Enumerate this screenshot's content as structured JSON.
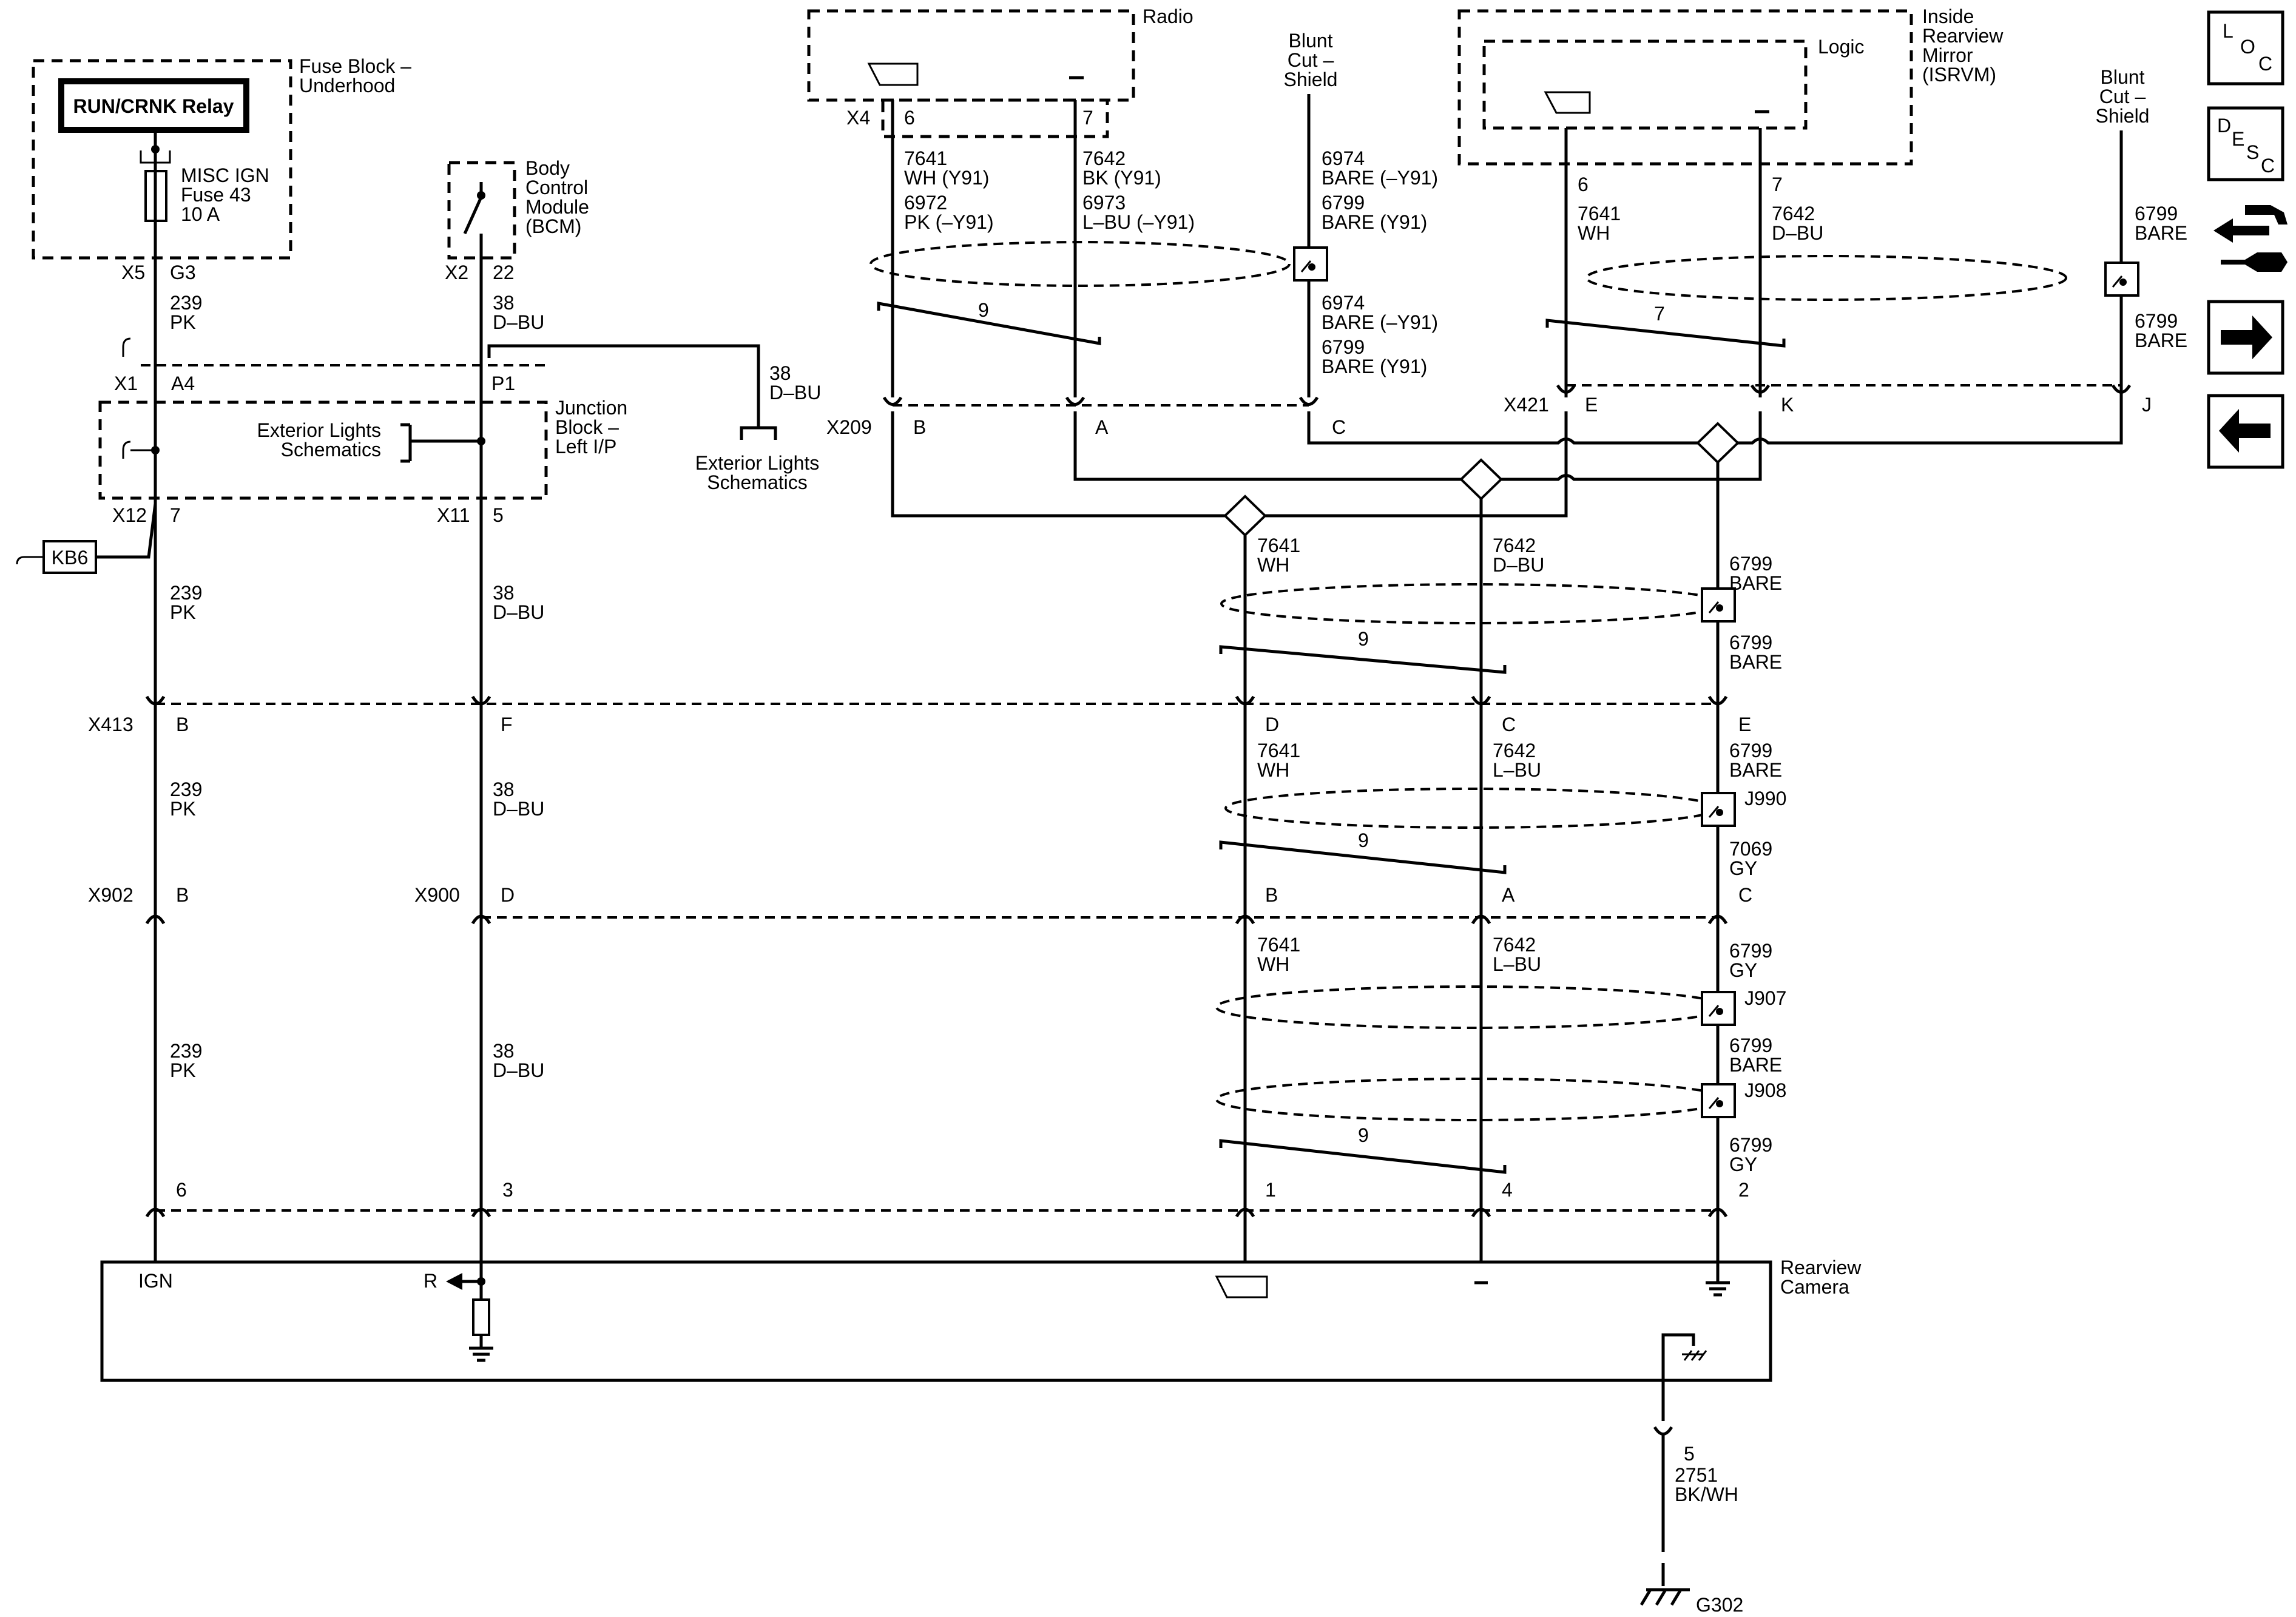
{
  "components": {
    "fuse_block": {
      "lines": [
        "Fuse Block –",
        "Underhood"
      ]
    },
    "relay": {
      "label": "RUN/CRNK Relay"
    },
    "fuse": {
      "lines": [
        "MISC IGN",
        "Fuse 43",
        "10 A"
      ]
    },
    "bcm": {
      "lines": [
        "Body",
        "Control",
        "Module",
        "(BCM)"
      ]
    },
    "junction_block": {
      "lines": [
        "Junction",
        "Block –",
        "Left I/P"
      ]
    },
    "radio": {
      "label": "Radio"
    },
    "blunt_cut_1": {
      "lines": [
        "Blunt",
        "Cut –",
        "Shield"
      ]
    },
    "isrvm": {
      "lines": [
        "Inside",
        "Rearview",
        "Mirror",
        "(ISRVM)"
      ]
    },
    "logic": {
      "label": "Logic"
    },
    "blunt_cut_2": {
      "lines": [
        "Blunt",
        "Cut –",
        "Shield"
      ]
    },
    "ext_lights_1": {
      "lines": [
        "Exterior Lights",
        "Schematics"
      ]
    },
    "ext_lights_2": {
      "lines": [
        "Exterior Lights",
        "Schematics"
      ]
    },
    "kb6": {
      "label": "KB6"
    },
    "camera": {
      "lines": [
        "Rearview",
        "Camera"
      ]
    },
    "camera_ign": {
      "label": "IGN"
    },
    "camera_r": {
      "label": "R"
    },
    "ground": {
      "label": "G302"
    }
  },
  "connectors": {
    "x5": "X5",
    "g3": "G3",
    "x2": "X2",
    "p22": "22",
    "x1": "X1",
    "a4": "A4",
    "p1": "P1",
    "x12": "X12",
    "p7": "7",
    "x11": "X11",
    "p5": "5",
    "x4": "X4",
    "x4_6": "6",
    "x4_7": "7",
    "isrvm_6": "6",
    "isrvm_7": "7",
    "x209": "X209",
    "x209_b": "B",
    "x209_a": "A",
    "x209_c": "C",
    "x421": "X421",
    "x421_e": "E",
    "x421_k": "K",
    "x421_j": "J",
    "x413": "X413",
    "x413_b": "B",
    "x413_f": "F",
    "x413_d": "D",
    "x413_c": "C",
    "x413_e": "E",
    "x902": "X902",
    "x902_b": "B",
    "x900": "X900",
    "x900_d": "D",
    "x900_b": "B",
    "x900_a": "A",
    "x900_c": "C",
    "cam_6": "6",
    "cam_3": "3",
    "cam_1": "1",
    "cam_4": "4",
    "cam_2": "2",
    "gnd_5": "5",
    "j990": "J990",
    "j907": "J907",
    "j908": "J908"
  },
  "wires": {
    "w239_a": [
      "239",
      "PK"
    ],
    "w239_b": [
      "239",
      "PK"
    ],
    "w239_c": [
      "239",
      "PK"
    ],
    "w239_d": [
      "239",
      "PK"
    ],
    "w38_a": [
      "38",
      "D–BU"
    ],
    "w38_b": [
      "38",
      "D–BU"
    ],
    "w38_c": [
      "38",
      "D–BU"
    ],
    "w38_d": [
      "38",
      "D–BU"
    ],
    "w38_e": [
      "38",
      "D–BU"
    ],
    "radio_6": [
      "7641",
      "WH (Y91)",
      "6972",
      "PK (–Y91)"
    ],
    "radio_7": [
      "7642",
      "BK (Y91)",
      "6973",
      "L–BU (–Y91)"
    ],
    "blunt1_top": [
      "6974",
      "BARE (–Y91)",
      "6799",
      "BARE (Y91)"
    ],
    "blunt1_bot": [
      "6974",
      "BARE (–Y91)",
      "6799",
      "BARE (Y91)"
    ],
    "isrvm_6": [
      "7641",
      "WH"
    ],
    "isrvm_7": [
      "7642",
      "D–BU"
    ],
    "blunt2_top": [
      "6799",
      "BARE"
    ],
    "blunt2_bot": [
      "6799",
      "BARE"
    ],
    "mid_7641": [
      "7641",
      "WH"
    ],
    "mid_7642": [
      "7642",
      "D–BU"
    ],
    "mid_6799a": [
      "6799",
      "BARE"
    ],
    "mid_6799b": [
      "6799",
      "BARE"
    ],
    "x413_7641": [
      "7641",
      "WH"
    ],
    "x413_7642": [
      "7642",
      "L–BU"
    ],
    "x413_6799": [
      "6799",
      "BARE"
    ],
    "j990_7069": [
      "7069",
      "GY"
    ],
    "x900_7641": [
      "7641",
      "WH"
    ],
    "x900_7642": [
      "7642",
      "L–BU"
    ],
    "x900_6799": [
      "6799",
      "GY"
    ],
    "j907_6799": [
      "6799",
      "BARE"
    ],
    "j908_6799": [
      "6799",
      "GY"
    ],
    "gnd_2751": [
      "2751",
      "BK/WH"
    ]
  },
  "twist_counts": {
    "radio": "9",
    "isrvm": "7",
    "mid": "9",
    "x413": "9",
    "x900": "9"
  },
  "nav": {
    "loc": [
      "L",
      "O",
      "C"
    ],
    "desc": [
      "D",
      "E",
      "S",
      "C"
    ],
    "icons": [
      "connector-wrench-icon",
      "arrow-right-icon",
      "arrow-left-icon"
    ]
  }
}
